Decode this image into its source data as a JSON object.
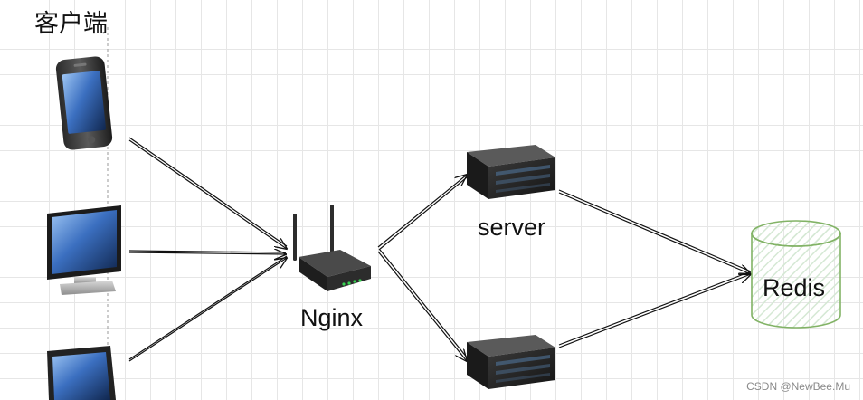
{
  "diagram": {
    "clients_title": "客户端",
    "nginx_label": "Nginx",
    "server_label": "server",
    "redis_label": "Redis",
    "watermark": "CSDN @NewBee.Mu"
  },
  "colors": {
    "redis_stroke": "#82b366",
    "redis_hatch": "#d5e8d4",
    "arrow": "#111111"
  }
}
